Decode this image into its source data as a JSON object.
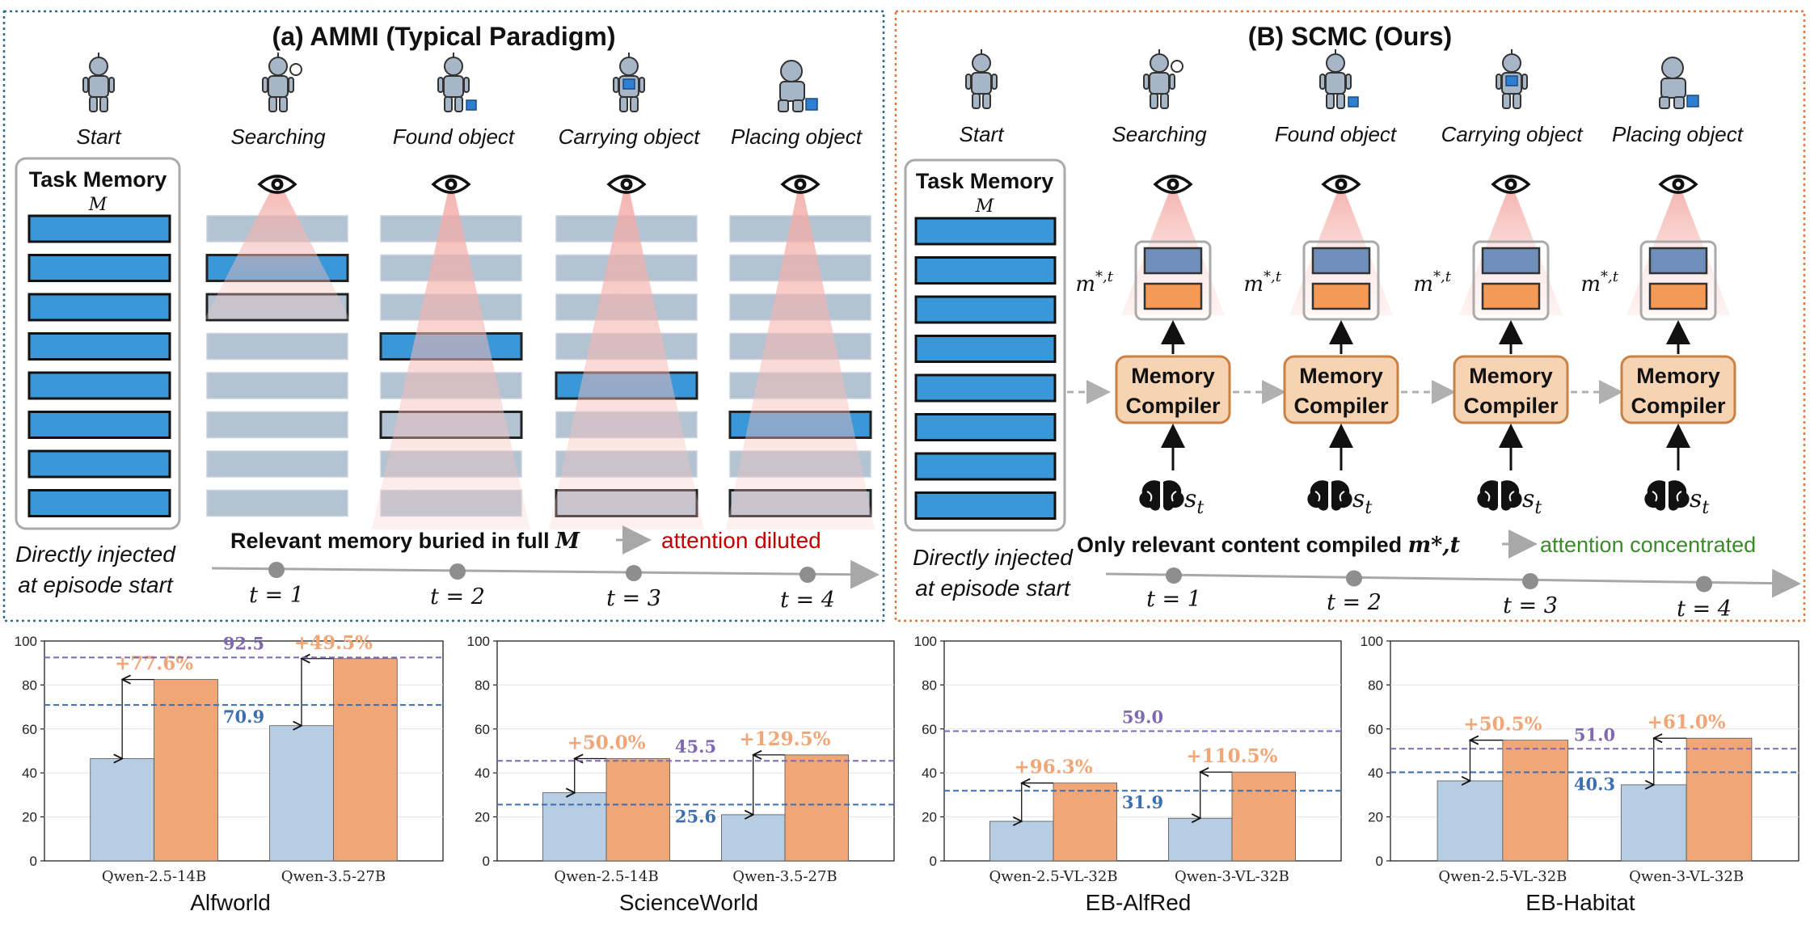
{
  "panel_a": {
    "title": "(a) AMMI (Typical Paradigm)",
    "stages": [
      "Start",
      "Searching",
      "Found object",
      "Carrying object",
      "Placing object"
    ],
    "memory_title": "Task Memory",
    "memory_symbol": "M",
    "note_line1": "Directly injected",
    "note_line2": "at episode start",
    "caption_text": "Relevant memory buried in full ",
    "caption_symbol": "M",
    "caption_result": "attention diluted",
    "timesteps": [
      "t = 1",
      "t = 2",
      "t = 3",
      "t = 4"
    ],
    "highlight_rows": [
      [
        1,
        2
      ],
      [
        3,
        5
      ],
      [
        4,
        7
      ],
      [
        5,
        7
      ]
    ]
  },
  "panel_b": {
    "title": "(B) SCMC (Ours)",
    "stages": [
      "Start",
      "Searching",
      "Found object",
      "Carrying object",
      "Placing object"
    ],
    "memory_title": "Task Memory",
    "memory_symbol": "M",
    "note_line1": "Directly injected",
    "note_line2": "at episode start",
    "compiled_label": "m*,t",
    "compiler_line1": "Memory",
    "compiler_line2": "Compiler",
    "state_label": "st",
    "caption_text": "Only relevant content compiled ",
    "caption_symbol": "m*,t",
    "caption_result": "attention concentrated",
    "timesteps": [
      "t = 1",
      "t = 2",
      "t = 3",
      "t = 4"
    ]
  },
  "colors": {
    "memory_blue": "#3a98d8",
    "faded_row": "#b4c3d2",
    "compiled_top": "#6f8fbb",
    "compiled_bottom": "#f59a56",
    "compiler_fill": "#f6d3b2",
    "compiler_border": "#c98146",
    "diluted": "#c00000",
    "concentrated": "#3a8a2a",
    "bar_base": "#b7cde4",
    "bar_ours": "#f0a677",
    "line_ours": "#7f6ab0",
    "line_base": "#3d6fb0",
    "gain": "#f0a677",
    "panel_a_border": "#2e6e88",
    "panel_b_border": "#e07a3c"
  },
  "icons": [
    "robot-standing-icon",
    "robot-searching-icon",
    "robot-holding-cube-icon",
    "robot-carrying-cube-icon",
    "robot-placing-cube-icon",
    "eye-icon",
    "brain-icon"
  ],
  "chart_data": [
    {
      "type": "bar",
      "title": "Alfworld",
      "categories": [
        "Qwen-2.5-14B",
        "Qwen-3.5-27B"
      ],
      "series": [
        {
          "values": [
            46.5,
            61.5
          ]
        },
        {
          "values": [
            82.5,
            92.0
          ]
        }
      ],
      "ylim": [
        0,
        100
      ],
      "yticks": [
        0,
        20,
        40,
        60,
        80,
        100
      ],
      "ref_lines": [
        {
          "value": 92.5,
          "label": "92.5",
          "color": "line_ours"
        },
        {
          "value": 70.9,
          "label": "70.9",
          "color": "line_base"
        }
      ],
      "gains": [
        "+77.6%",
        "+49.5%"
      ]
    },
    {
      "type": "bar",
      "title": "ScienceWorld",
      "categories": [
        "Qwen-2.5-14B",
        "Qwen-3.5-27B"
      ],
      "series": [
        {
          "values": [
            31.0,
            21.0
          ]
        },
        {
          "values": [
            46.5,
            48.2
          ]
        }
      ],
      "ylim": [
        0,
        100
      ],
      "yticks": [
        0,
        20,
        40,
        60,
        80,
        100
      ],
      "ref_lines": [
        {
          "value": 45.5,
          "label": "45.5",
          "color": "line_ours"
        },
        {
          "value": 25.6,
          "label": "25.6",
          "color": "line_base"
        }
      ],
      "gains": [
        "+50.0%",
        "+129.5%"
      ]
    },
    {
      "type": "bar",
      "title": "EB-AlfRed",
      "categories": [
        "Qwen-2.5-VL-32B",
        "Qwen-3-VL-32B"
      ],
      "series": [
        {
          "values": [
            18.0,
            19.4
          ]
        },
        {
          "values": [
            35.4,
            40.4
          ]
        }
      ],
      "ylim": [
        0,
        100
      ],
      "yticks": [
        0,
        20,
        40,
        60,
        80,
        100
      ],
      "ref_lines": [
        {
          "value": 59.0,
          "label": "59.0",
          "color": "line_ours"
        },
        {
          "value": 31.9,
          "label": "31.9",
          "color": "line_base"
        }
      ],
      "gains": [
        "+96.3%",
        "+110.5%"
      ]
    },
    {
      "type": "bar",
      "title": "EB-Habitat",
      "categories": [
        "Qwen-2.5-VL-32B",
        "Qwen-3-VL-32B"
      ],
      "series": [
        {
          "values": [
            36.4,
            34.6
          ]
        },
        {
          "values": [
            54.9,
            55.8
          ]
        }
      ],
      "ylim": [
        0,
        100
      ],
      "yticks": [
        0,
        20,
        40,
        60,
        80,
        100
      ],
      "ref_lines": [
        {
          "value": 51.0,
          "label": "51.0",
          "color": "line_ours"
        },
        {
          "value": 40.3,
          "label": "40.3",
          "color": "line_base"
        }
      ],
      "gains": [
        "+50.5%",
        "+61.0%"
      ]
    }
  ]
}
